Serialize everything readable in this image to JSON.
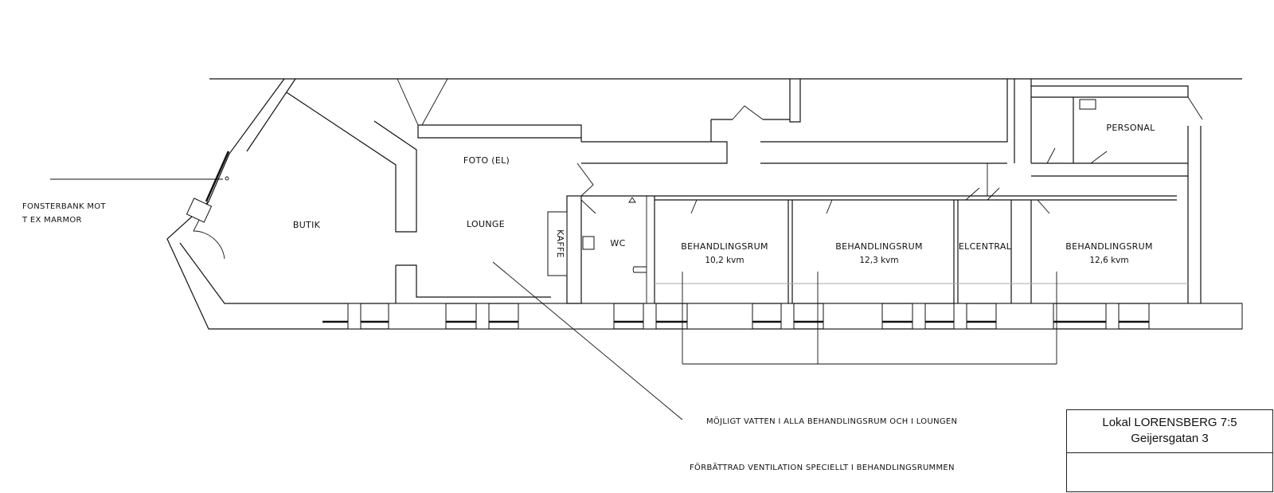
{
  "rooms": {
    "butik": "BUTIK",
    "foto": "FOTO (EL)",
    "lounge": "LOUNGE",
    "kaffe": "KAFFE",
    "wc": "WC",
    "behandling1": {
      "label": "BEHANDLINGSRUM",
      "area": "10,2 kvm"
    },
    "behandling2": {
      "label": "BEHANDLINGSRUM",
      "area": "12,3 kvm"
    },
    "elcentral": "ELCENTRAL",
    "behandling3": {
      "label": "BEHANDLINGSRUM",
      "area": "12,6 kvm"
    },
    "personal": "PERSONAL"
  },
  "notes": {
    "fonsterbank_line1": "FONSTERBANK MOT",
    "fonsterbank_line2": "T EX MARMOR",
    "vatten": "MÖJLIGT VATTEN I ALLA BEHANDLINGSRUM OCH I LOUNGEN",
    "ventilation": "FÖRBÄTTRAD VENTILATION SPECIELLT I BEHANDLINGSRUMMEN"
  },
  "title_block": {
    "line1": "Lokal LORENSBERG 7:5",
    "line2": "Geijersgatan 3"
  }
}
